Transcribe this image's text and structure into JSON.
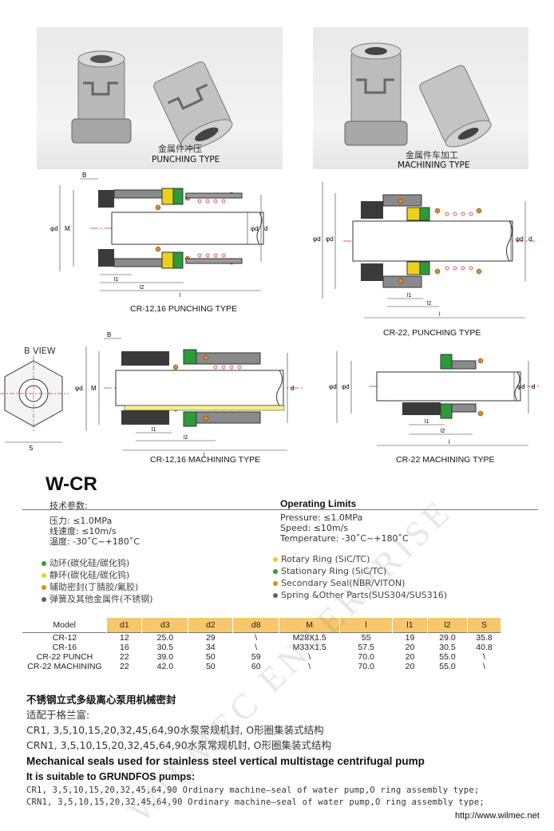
{
  "photos": [
    {
      "cn": "金属件冲压",
      "en": "PUNCHING TYPE"
    },
    {
      "cn": "金属件车加工",
      "en": "MACHINING TYPE"
    }
  ],
  "drawings": {
    "d1": "CR-12,16 PUNCHING TYPE",
    "d2": "CR-22, PUNCHING TYPE",
    "d3": "CR-12,16 MACHINING TYPE",
    "d4": "CR-22  MACHINING TYPE",
    "bview": "B VIEW"
  },
  "title": "W-CR",
  "tech": {
    "heading": "技术参数:",
    "pressure": "压力: ≤1.0MPa",
    "speed": "线速度: ≤10m/s",
    "temp": "温度: -30˚C~+180˚C"
  },
  "limits": {
    "heading": "Operating Limits",
    "pressure": "Pressure:  ≤1.0MPa",
    "speed": "Speed:  ≤10m/s",
    "temp": "Temperature:  -30˚C~+180˚C"
  },
  "legend_cn": [
    {
      "text": "动环(碳化硅/碳化钨)",
      "color": "#2e9b3a"
    },
    {
      "text": "静环(碳化硅/碳化钨)",
      "color": "#e8d21c"
    },
    {
      "text": "辅助密封(丁腈胶/氟胶)",
      "color": "#e08a1e"
    },
    {
      "text": "弹簧及其他金属件(不锈钢)",
      "color": "#7a5a3a"
    }
  ],
  "legend_en": [
    {
      "text": "Rotary Ring (SiC/TC)",
      "color": "#e8d21c"
    },
    {
      "text": "Stationary Ring (SiC/TC)",
      "color": "#2e9b3a"
    },
    {
      "text": "Secondary Seal(NBR/VITON)",
      "color": "#e08a1e"
    },
    {
      "text": "Spring &Other Parts(SUS304/SUS316)",
      "color": "#7a5a3a"
    }
  ],
  "table": {
    "headers": [
      "Model",
      "d1",
      "d3",
      "d2",
      "d8",
      "M",
      "l",
      "l1",
      "l2",
      "S"
    ],
    "rows": [
      [
        "CR-12",
        "12",
        "25.0",
        "29",
        "\\",
        "M28X1.5",
        "55",
        "19",
        "29.0",
        "35.8"
      ],
      [
        "CR-16",
        "16",
        "30.5",
        "34",
        "\\",
        "M33X1.5",
        "57.5",
        "20",
        "30.5",
        "40.8"
      ],
      [
        "CR-22 PUNCH",
        "22",
        "39.0",
        "50",
        "59",
        "\\",
        "70.0",
        "20",
        "55.0",
        "\\"
      ],
      [
        "CR-22 MACHINING",
        "22",
        "42.0",
        "50",
        "60",
        "\\",
        "70.0",
        "20",
        "55.0",
        "\\"
      ]
    ]
  },
  "cn_text": {
    "heading": "不锈钢立式多级离心泵用机械密封",
    "l1": "适配于格兰富:",
    "l2": "CR1, 3,5,10,15,20,32,45,64,90水泵常规机封, O形圈集装式结构",
    "l3": "CRN1, 3,5,10,15,20,32,45,64,90水泵常规机封, O形圈集装式结构"
  },
  "en_text": {
    "heading": "Mechanical seals used for stainless steel vertical multistage centrifugal pump",
    "sub": "It is suitable to GRUNDFOS pumps:",
    "l1": "CR1, 3,5,10,15,20,32,45,64,90 Ordinary machine—seal of water pump,O ring assembly type;",
    "l2": "CRN1, 3,5,10,15,20,32,45,64,90 Ordinary machine—seal of water pump,O ring assembly type;"
  },
  "url": "http://www.wilmec.net",
  "watermark": "WILMEC ENTERPRISE"
}
